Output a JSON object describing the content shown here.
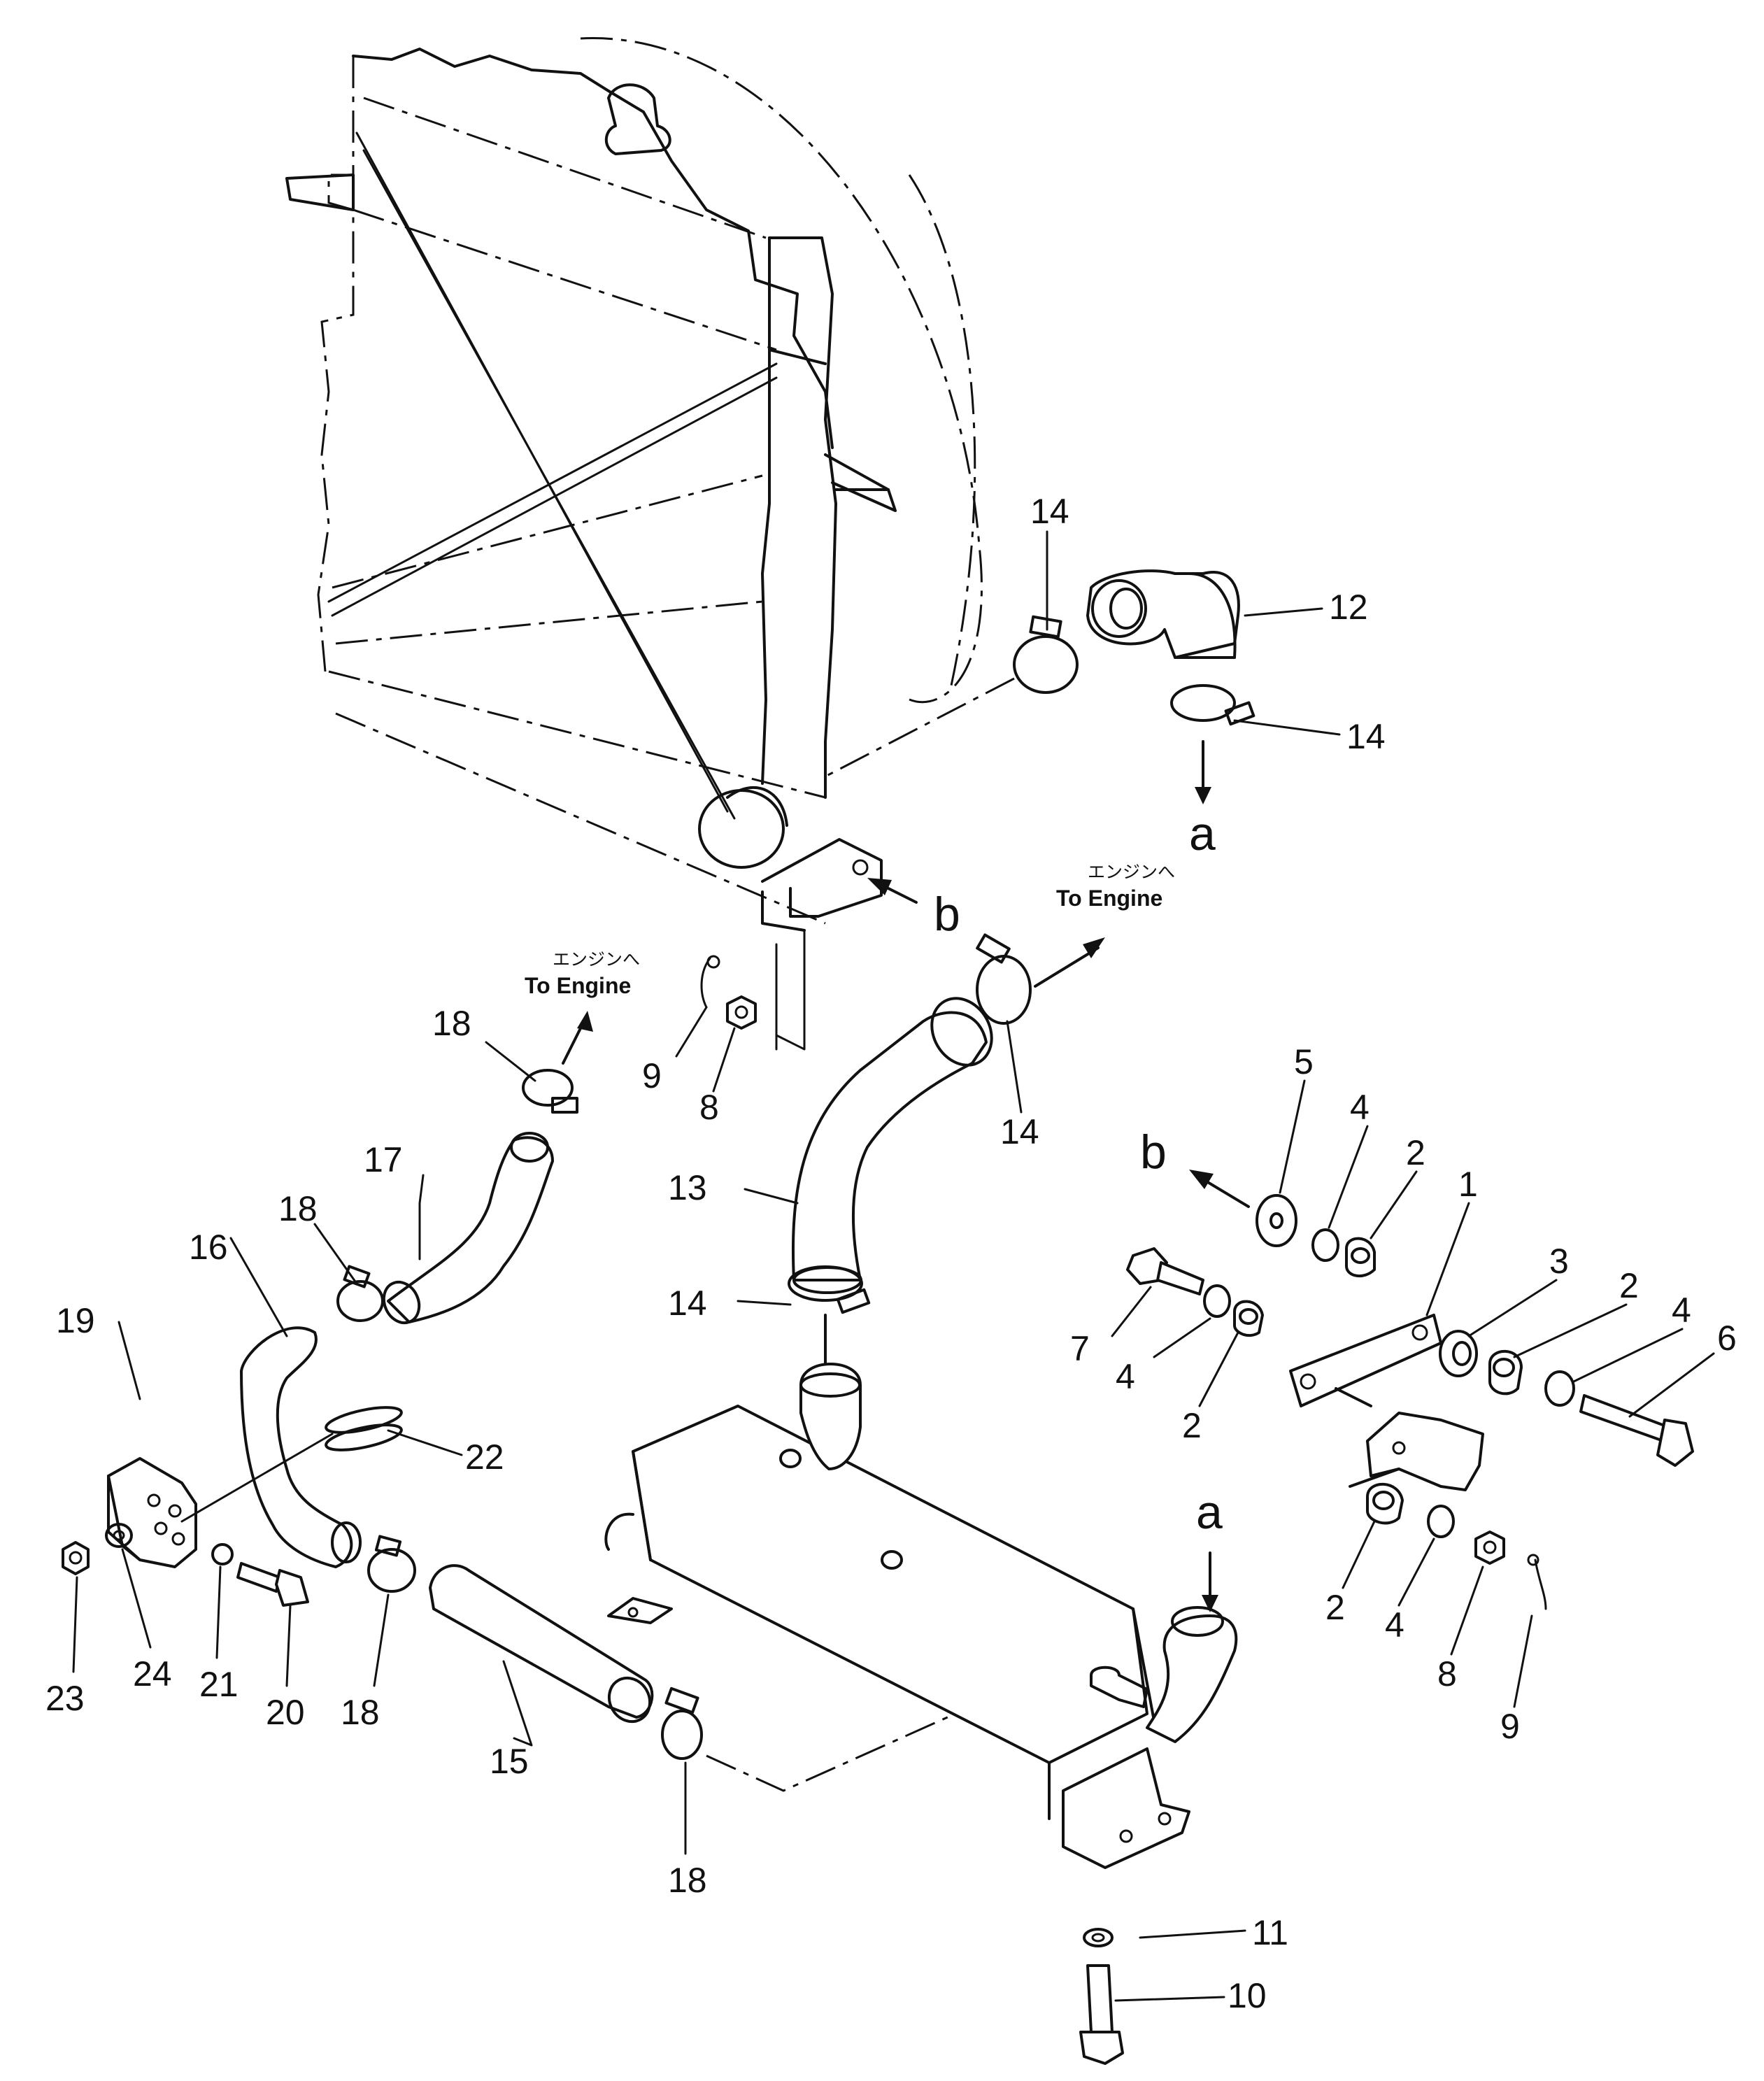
{
  "labels": {
    "p1": "1",
    "p2": "2",
    "p3": "3",
    "p4": "4",
    "p5": "5",
    "p6": "6",
    "p7": "7",
    "p8": "8",
    "p9": "9",
    "p10": "10",
    "p11": "11",
    "p12": "12",
    "p13": "13",
    "p14": "14",
    "p15": "15",
    "p16": "16",
    "p17": "17",
    "p18": "18",
    "p19": "19",
    "p20": "20",
    "p21": "21",
    "p22": "22",
    "p23": "23",
    "p24": "24"
  },
  "refs": {
    "a": "a",
    "b": "b"
  },
  "to_engine": {
    "jp": "エンジンへ",
    "en": "To Engine"
  }
}
